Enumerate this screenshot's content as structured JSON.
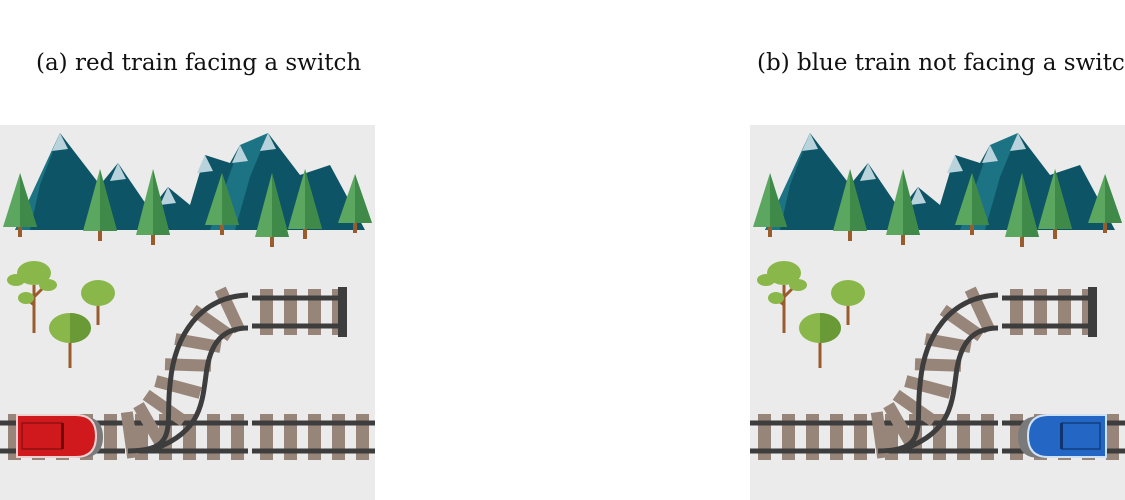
{
  "captions": {
    "a": "(a) red train facing a switch",
    "b": "(b) blue train not facing a switch"
  },
  "colors": {
    "panel_bg": "#ebebeb",
    "mountain": "#0d5566",
    "mountain_light": "#1b7383",
    "snow": "#b9d3dc",
    "pine_light": "#5ba760",
    "pine_dark": "#3f8a49",
    "trunk": "#9a5c2c",
    "deciduous_light": "#8ab74a",
    "deciduous_dark": "#6a9a35",
    "tie": "#988579",
    "rail": "#3d3d3d",
    "red_train": "#d0191c",
    "blue_train": "#2366c4"
  },
  "panels": {
    "a": {
      "train": "red-train",
      "facing_switch": true
    },
    "b": {
      "train": "blue-train",
      "facing_switch": false
    }
  }
}
